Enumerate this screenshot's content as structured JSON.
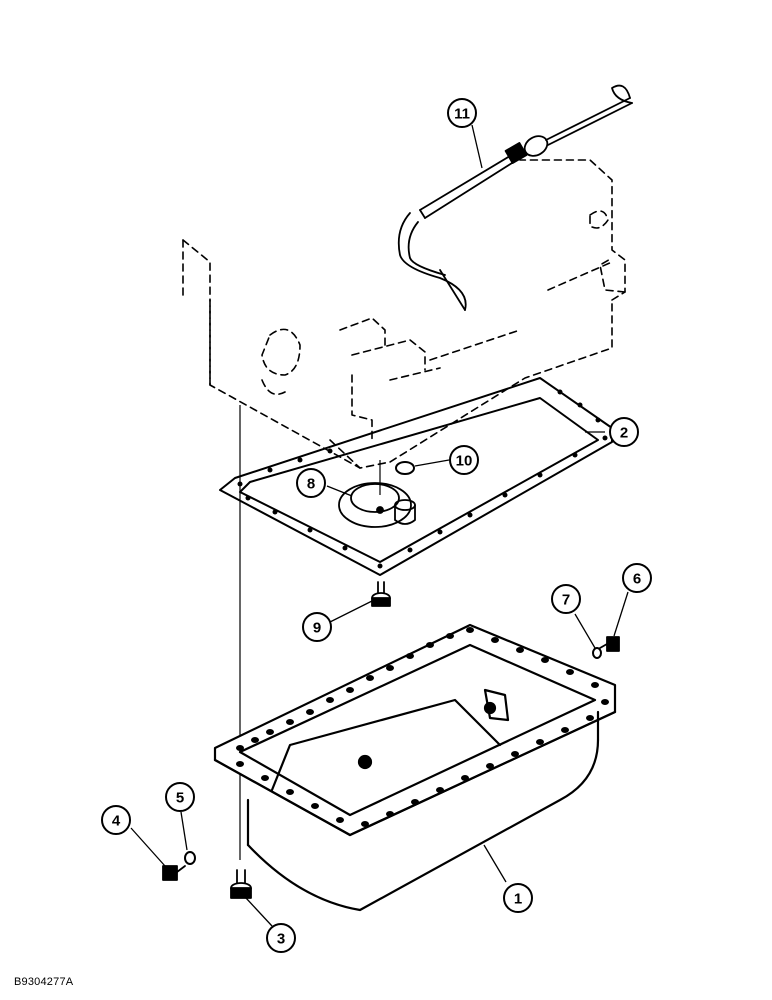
{
  "figure_code": "B9304277A",
  "callouts": [
    {
      "id": "1",
      "label": "1"
    },
    {
      "id": "2",
      "label": "2"
    },
    {
      "id": "3",
      "label": "3"
    },
    {
      "id": "4",
      "label": "4"
    },
    {
      "id": "5",
      "label": "5"
    },
    {
      "id": "6",
      "label": "6"
    },
    {
      "id": "7",
      "label": "7"
    },
    {
      "id": "8",
      "label": "8"
    },
    {
      "id": "9",
      "label": "9"
    },
    {
      "id": "10",
      "label": "10"
    },
    {
      "id": "11",
      "label": "11"
    }
  ]
}
